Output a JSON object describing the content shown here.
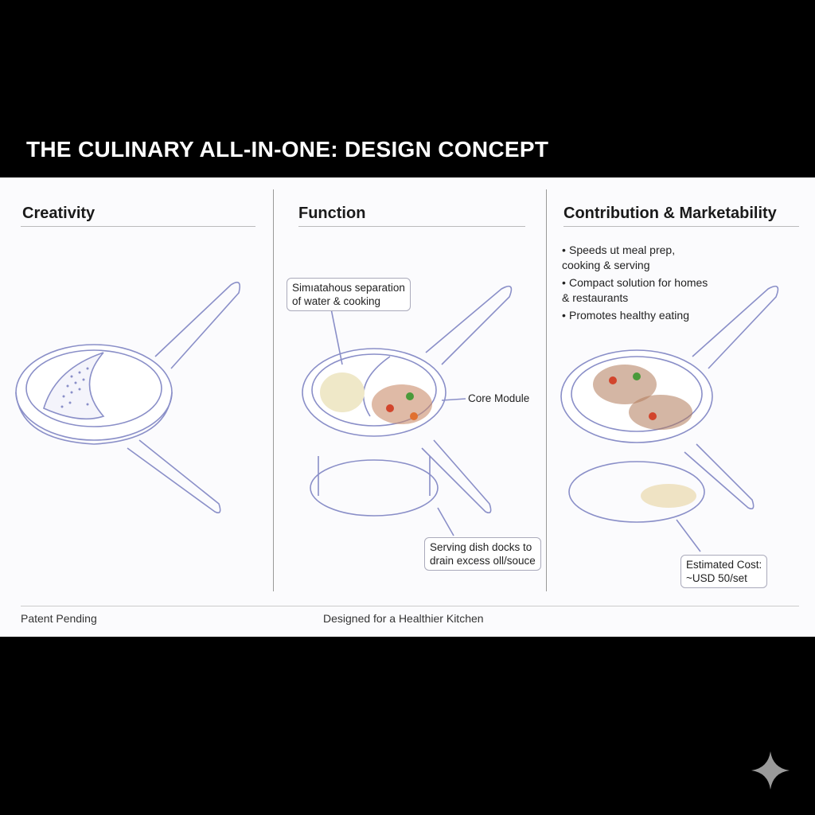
{
  "title": "THE CULINARY ALL-IN-ONE: DESIGN CONCEPT",
  "columns": [
    {
      "heading": "Creativity"
    },
    {
      "heading": "Function",
      "callouts": [
        "Simıatahous separation\nof water & cooking",
        "Core Module",
        "Serving dish docks to\ndrain excess oll/souce"
      ]
    },
    {
      "heading": "Contribution & Marketability",
      "bullets": [
        "Speeds ut meal prep,\ncooking & serving",
        "Compact solution for homes\n& restaurants",
        "Promotes healthy eating"
      ],
      "callout": "Estimated Cost:\n~USD 50/set"
    }
  ],
  "footer": {
    "left": "Patent Pending",
    "center": "Designed for a Healthier Kitchen"
  },
  "colors": {
    "background": "#000000",
    "slide": "#fbfbfd",
    "line": "#8a8fc8"
  }
}
